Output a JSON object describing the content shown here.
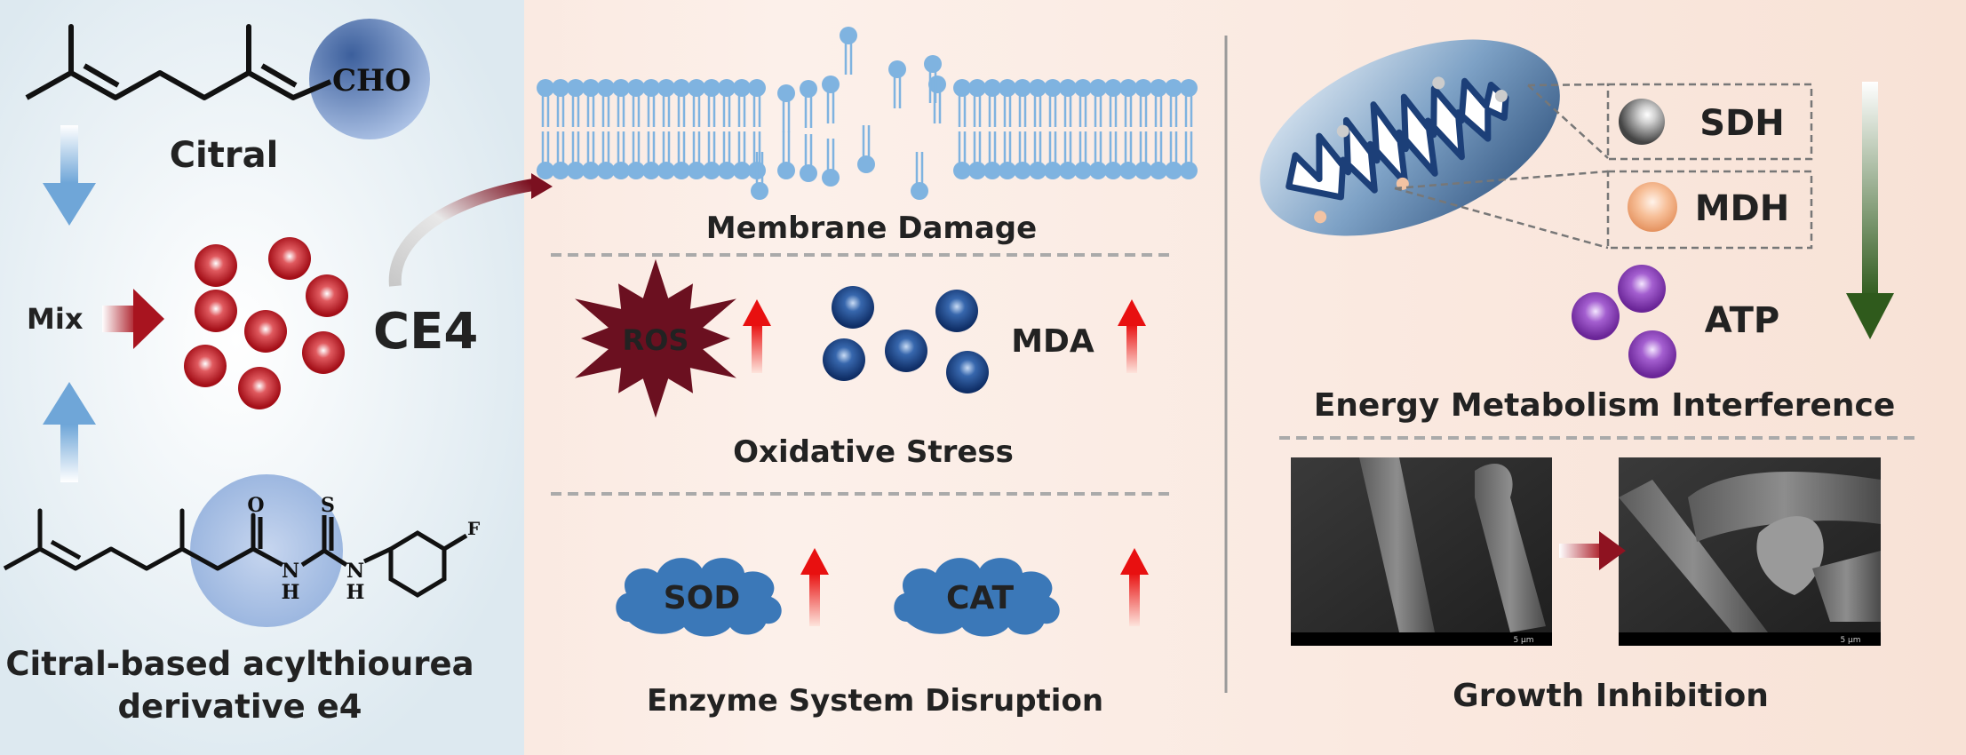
{
  "synthesis": {
    "citral_label": "Citral",
    "citral_group": "CHO",
    "mix_label": "Mix",
    "product_label": "CE4",
    "derivative_label_line1": "Citral-based acylthiourea",
    "derivative_label_line2": "derivative e4",
    "atoms": {
      "o": "O",
      "s": "S",
      "n": "N",
      "h": "H",
      "f": "F"
    }
  },
  "mechanisms": {
    "membrane": {
      "label": "Membrane Damage"
    },
    "oxidative": {
      "label": "Oxidative Stress",
      "ros": "ROS",
      "mda": "MDA"
    },
    "enzyme": {
      "label": "Enzyme System Disruption",
      "sod": "SOD",
      "cat": "CAT"
    }
  },
  "energy": {
    "label": "Energy Metabolism Interference",
    "sdh": "SDH",
    "mdh": "MDH",
    "atp": "ATP"
  },
  "growth": {
    "label": "Growth Inhibition",
    "scale_bar": "5 µm"
  },
  "colors": {
    "left_bg": "#e4eff4",
    "middle_bg": "#fbe7dc",
    "bead_red": "#b5121b",
    "bead_blue": "#1d4f91",
    "bead_purple": "#8a3fb5",
    "arrow_red": "#e81010",
    "title_dark_red": "#6b1020",
    "mda_blue": "#1f4e8c",
    "cloud_blue": "#3b78b8"
  }
}
